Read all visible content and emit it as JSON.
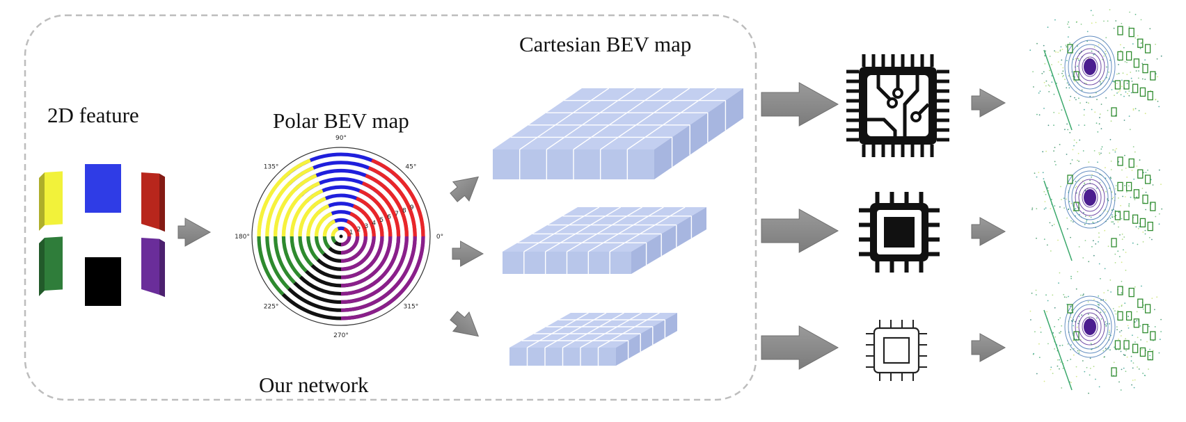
{
  "labels": {
    "feature": "2D feature",
    "polar": "Polar BEV map",
    "cartesian": "Cartesian BEV map",
    "network": "Our network"
  },
  "polar_ticks": {
    "angles": [
      "0°",
      "45°",
      "90°",
      "135°",
      "180°",
      "225°",
      "270°",
      "315°"
    ],
    "radii": [
      "1",
      "2",
      "3",
      "4",
      "5",
      "6",
      "7",
      "8",
      "9"
    ]
  },
  "colors": {
    "feature_yellow": "#f2f23a",
    "feature_blue": "#2f3ce6",
    "feature_red": "#b8261c",
    "feature_green": "#2f7d3a",
    "feature_black": "#000000",
    "feature_purple": "#6a2d9a",
    "polar_blue": "#1f1fdc",
    "polar_red": "#e8262a",
    "polar_yellow": "#f6f23c",
    "polar_green": "#2e8a2e",
    "polar_black": "#111111",
    "polar_purple": "#8a1f8a",
    "grid_block": "#b8c6ea",
    "arrow": "#8a8a8a"
  },
  "devices": [
    "large-chip-icon",
    "medium-chip-icon",
    "small-chip-icon"
  ]
}
